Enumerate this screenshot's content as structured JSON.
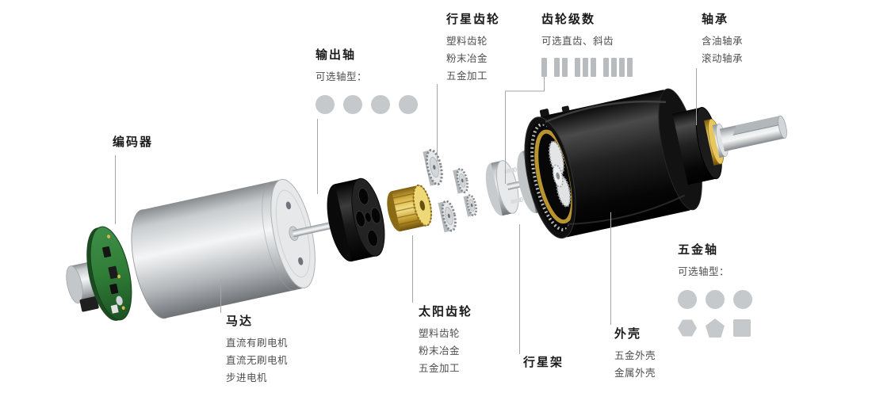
{
  "page": {
    "background": "#ffffff"
  },
  "diagram": {
    "labels": {
      "encoder": {
        "heading": "编码器"
      },
      "output_shaft": {
        "heading": "输出轴",
        "note": "可选轴型：",
        "shapes": [
          "circle",
          "circle",
          "circle",
          "circle"
        ]
      },
      "planet_gear": {
        "heading": "行星齿轮",
        "sub": [
          "塑料齿轮",
          "粉末冶金",
          "五金加工"
        ]
      },
      "gear_stages": {
        "heading": "齿轮级数",
        "sub": [
          "可选直齿、斜齿"
        ],
        "stage_counts": [
          1,
          2,
          3,
          4
        ]
      },
      "bearing": {
        "heading": "轴承",
        "sub": [
          "含油轴承",
          "滚动轴承"
        ]
      },
      "motor": {
        "heading": "马达",
        "sub": [
          "直流有刷电机",
          "直流无刷电机",
          "步进电机"
        ]
      },
      "sun_gear": {
        "heading": "太阳齿轮",
        "sub": [
          "塑料齿轮",
          "粉末冶金",
          "五金加工"
        ]
      },
      "planet_carrier": {
        "heading": "行星架"
      },
      "housing": {
        "heading": "外壳",
        "sub": [
          "五金外壳",
          "金属外壳"
        ]
      },
      "metal_shaft": {
        "heading": "五金轴",
        "note": "可选轴型：",
        "shapes": [
          "circle",
          "circle",
          "circle",
          "hexagon",
          "pentagon",
          "square"
        ]
      }
    },
    "colors": {
      "pcb_green": "#2f7d36",
      "brass_gold": "#d9b445",
      "housing_black": "#141414",
      "metal_silver": "#d9dcde",
      "shape_gray": "#c6c9cb",
      "leader_line": "#a6a6a6",
      "heading_text": "#1b1b1b",
      "sub_text": "#4f4f4f"
    }
  }
}
